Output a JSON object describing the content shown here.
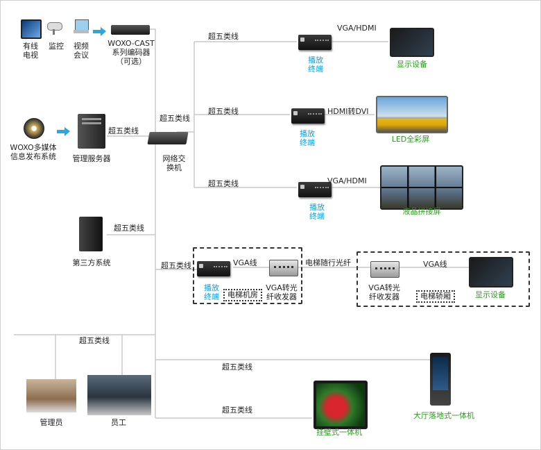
{
  "sources": {
    "cable_tv": "有线\n电视",
    "surveillance": "监控",
    "video_conference": "视频\n会议",
    "encoder": "WOXO-CAST\n系列编码器\n（可选）"
  },
  "publish_system": "WOXO多媒体\n信息发布系统",
  "server": "管理服务器",
  "switch": "网络交\n换机",
  "third_party": "第三方系统",
  "admin": "管理员",
  "staff": "员工",
  "cable": "超五类线",
  "player": "播放\n终端",
  "outputs": {
    "out1_link": "VGA/HDMI",
    "out1_device": "显示设备",
    "out2_link": "HDMI转DVI",
    "out2_device": "LED全彩屏",
    "out3_link": "VGA/HDMI",
    "out3_device": "液晶拼接屏"
  },
  "elevator": {
    "vga_line": "VGA线",
    "converter": "VGA转光\n纤收发器",
    "machine_room": "电梯机房",
    "fiber": "电梯随行光纤",
    "car": "电梯轿厢",
    "display": "显示设备"
  },
  "lobby_kiosk": "大厅落地式一体机",
  "wall_unit": "挂壁式一体机",
  "icons": [
    "tv-icon",
    "camera-icon",
    "video-conference-icon",
    "encoder-icon",
    "dvd-icon",
    "server-icon",
    "switch-icon",
    "player-icon",
    "converter-icon",
    "display-icon"
  ],
  "colors": {
    "accent_blue": "#0a9fd8",
    "label_green": "#2b9a1e",
    "wire": "#c8c8c8",
    "arrow": "#29a8e0"
  }
}
